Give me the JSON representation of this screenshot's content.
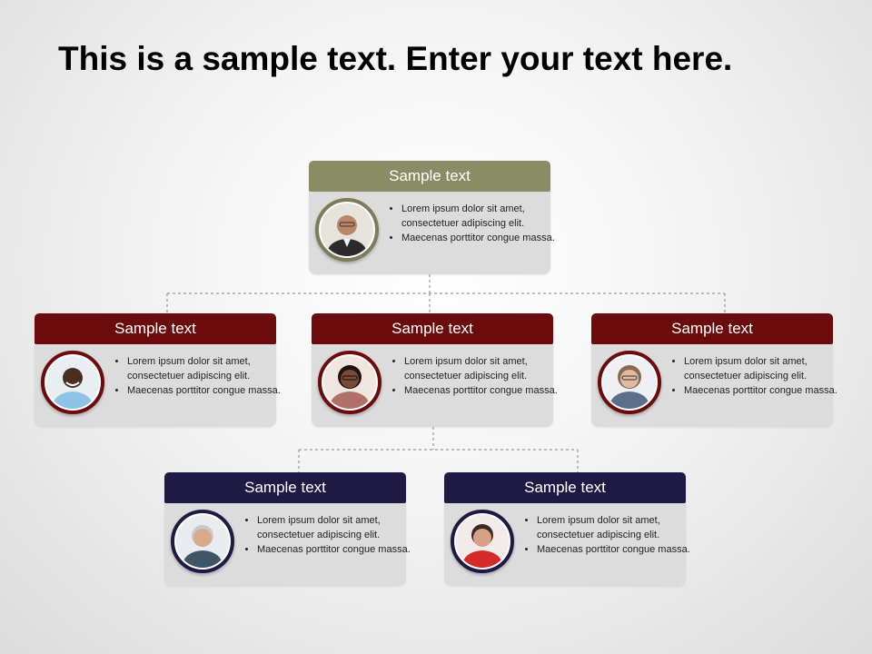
{
  "title": "This is a sample text. Enter your text here.",
  "colors": {
    "level1": "#8a8c65",
    "level2": "#6b0b0b",
    "level3": "#1f1a44",
    "card_body": "#dcdcdc",
    "connector": "#9a9a9a"
  },
  "nodes": [
    {
      "header": "Sample text",
      "bullets": [
        "Lorem ipsum dolor sit amet, consectetuer adipiscing elit.",
        "Maecenas porttitor congue massa."
      ],
      "photo": "person-avatar"
    },
    {
      "header": "Sample text",
      "bullets": [
        "Lorem ipsum dolor sit amet, consectetuer adipiscing elit.",
        "Maecenas porttitor congue massa."
      ],
      "photo": "person-avatar"
    },
    {
      "header": "Sample text",
      "bullets": [
        "Lorem ipsum dolor sit amet, consectetuer adipiscing elit.",
        "Maecenas porttitor congue massa."
      ],
      "photo": "person-avatar"
    },
    {
      "header": "Sample text",
      "bullets": [
        "Lorem ipsum dolor sit amet, consectetuer adipiscing elit.",
        "Maecenas porttitor congue massa."
      ],
      "photo": "person-avatar"
    },
    {
      "header": "Sample text",
      "bullets": [
        "Lorem ipsum dolor sit amet, consectetuer adipiscing elit.",
        "Maecenas porttitor congue massa."
      ],
      "photo": "person-avatar"
    },
    {
      "header": "Sample text",
      "bullets": [
        "Lorem ipsum dolor sit amet, consectetuer adipiscing elit.",
        "Maecenas porttitor congue massa."
      ],
      "photo": "person-avatar"
    }
  ]
}
